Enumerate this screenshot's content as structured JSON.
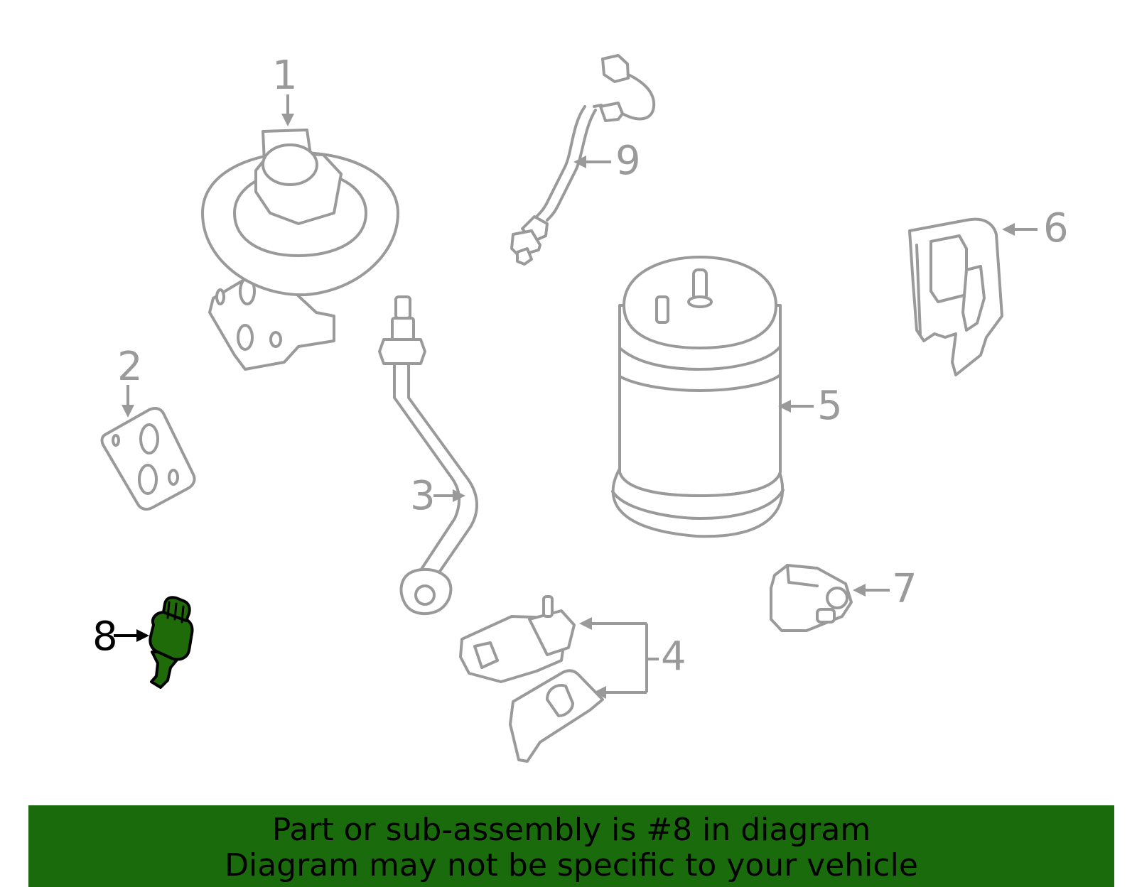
{
  "callouts": {
    "c1": "1",
    "c2": "2",
    "c3": "3",
    "c4": "4",
    "c5": "5",
    "c6": "6",
    "c7": "7",
    "c8": "8",
    "c9": "9"
  },
  "highlighted_part": "8",
  "colors": {
    "highlight_fill": "#1f6b0a",
    "banner_background": "#1a6b0b",
    "line_gray": "#9a9a9a"
  },
  "banner": {
    "line1": "Part or sub-assembly is #8 in diagram",
    "line2": "Diagram may not be specific to your vehicle"
  }
}
